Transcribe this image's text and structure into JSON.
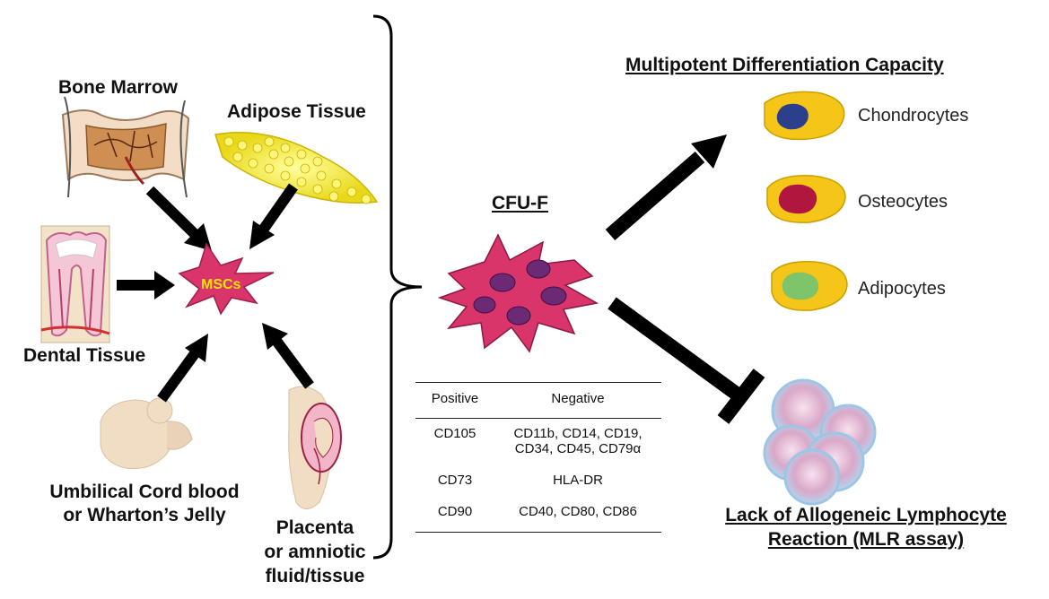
{
  "sources": {
    "bone_marrow": "Bone Marrow",
    "adipose": "Adipose Tissue",
    "dental": "Dental Tissue",
    "umbilical_line1": "Umbilical Cord blood",
    "umbilical_line2": "or Wharton’s Jelly",
    "placenta_line1": "Placenta",
    "placenta_line2": "or amniotic",
    "placenta_line3": "fluid/tissue"
  },
  "center": {
    "mscs": "MSCs",
    "cfuf": "CFU-F"
  },
  "differentiation": {
    "title": "Multipotent Differentiation Capacity",
    "cells": [
      "Chondrocytes",
      "Osteocytes",
      "Adipocytes"
    ],
    "colors": {
      "chondro_nucleus": "#2b3f8a",
      "osteo_nucleus": "#b0163e",
      "adipo_nucleus": "#7dc46a",
      "cell_body": "#f5c518"
    }
  },
  "mlr": {
    "line1": "Lack of Allogeneic Lymphocyte",
    "line2": "Reaction (MLR assay)"
  },
  "markers": {
    "header_positive": "Positive",
    "header_negative": "Negative",
    "rows": [
      {
        "positive": "CD105",
        "negative": "CD11b, CD14, CD19, CD34, CD45, CD79α"
      },
      {
        "positive": "CD73",
        "negative": "HLA-DR"
      },
      {
        "positive": "CD90",
        "negative": "CD40, CD80, CD86"
      }
    ]
  },
  "colors": {
    "msc_cell": "#d9356a",
    "msc_text": "#ffe600",
    "arrow": "#000000"
  }
}
